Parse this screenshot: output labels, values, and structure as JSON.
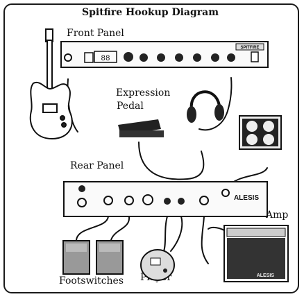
{
  "title": "Spitfire Hookup Diagram",
  "labels": {
    "front_panel": "Front Panel",
    "rear_panel": "Rear Panel",
    "expression_pedal": [
      "Expression",
      "Pedal"
    ],
    "amp": "Amp",
    "footswitches": "Footswitches",
    "cd_player": [
      "CD",
      "Player"
    ]
  },
  "front_panel_display": "88",
  "front_panel_badge": "SPITFIRE",
  "rear_panel_logo": "ALESIS",
  "amp_logo": "ALESIS"
}
